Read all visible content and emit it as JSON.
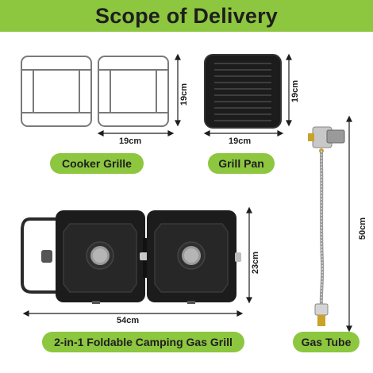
{
  "header": {
    "title": "Scope of Delivery"
  },
  "cooker_grille": {
    "label": "Cooker Grille",
    "width": "19cm",
    "height": "19cm"
  },
  "grill_pan": {
    "label": "Grill Pan",
    "width": "19cm",
    "height": "19cm"
  },
  "camping_grill": {
    "label": "2-in-1 Foldable Camping Gas Grill",
    "width": "54cm",
    "height": "23cm"
  },
  "gas_tube": {
    "label": "Gas Tube",
    "length": "50cm"
  },
  "colors": {
    "accent": "#8dc63f",
    "text": "#1e1e1e",
    "product_black": "#1c1c1c"
  }
}
